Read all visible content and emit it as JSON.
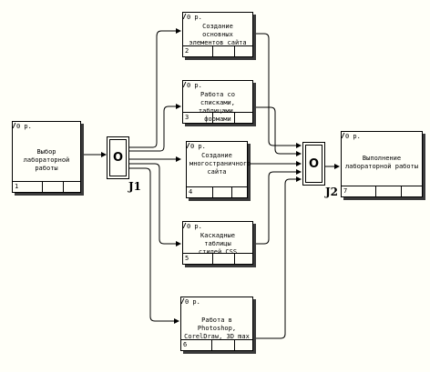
{
  "activities": [
    {
      "id": "box-1",
      "number": "1",
      "cost": "0 р.",
      "label": "Выбор\nлабораторной работы"
    },
    {
      "id": "box-2",
      "number": "2",
      "cost": "0 р.",
      "label": "Создание основных\nэлементов сайта"
    },
    {
      "id": "box-3",
      "number": "3",
      "cost": "0 р.",
      "label": "Работа со списками,\nтаблицами, формами"
    },
    {
      "id": "box-4",
      "number": "4",
      "cost": "0 р.",
      "label": "Создание\nмногостраничного\nсайта"
    },
    {
      "id": "box-5",
      "number": "5",
      "cost": "0 р.",
      "label": "Каскадные таблицы\nстилей CSS"
    },
    {
      "id": "box-6",
      "number": "6",
      "cost": "0 р.",
      "label": "Работа в Photoshop,\nCorelDraw, 3D max"
    },
    {
      "id": "box-7",
      "number": "7",
      "cost": "0 р.",
      "label": "Выполнение\nлабораторной работы"
    }
  ],
  "junctions": [
    {
      "id": "j1",
      "symbol": "O",
      "label": "J1"
    },
    {
      "id": "j2",
      "symbol": "O",
      "label": "J2"
    }
  ]
}
